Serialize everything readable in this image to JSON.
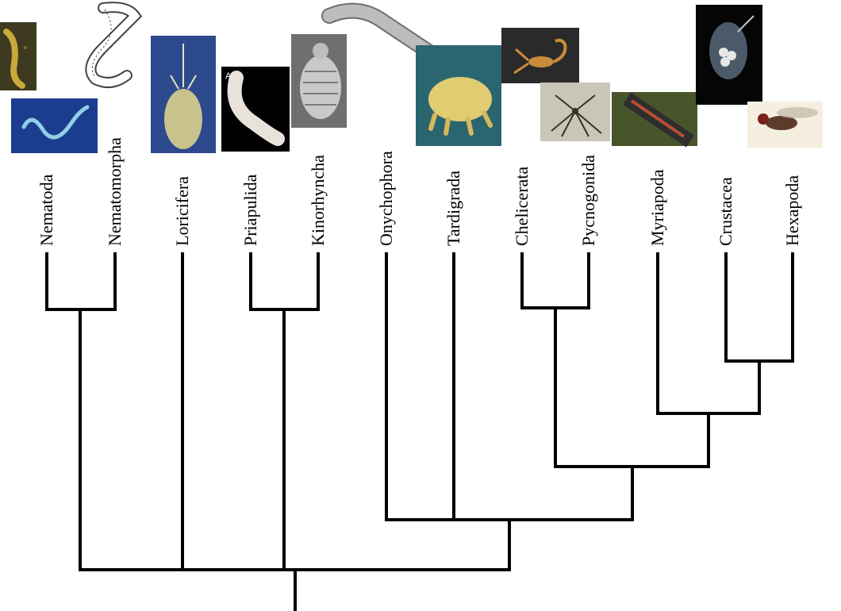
{
  "taxa": [
    {
      "id": "nematoda",
      "label": "Nematoda"
    },
    {
      "id": "nematomorpha",
      "label": "Nematomorpha"
    },
    {
      "id": "loricifera",
      "label": "Loricifera"
    },
    {
      "id": "priapulida",
      "label": "Priapulida"
    },
    {
      "id": "kinorhyncha",
      "label": "Kinorhyncha"
    },
    {
      "id": "onychophora",
      "label": "Onychophora"
    },
    {
      "id": "tardigrada",
      "label": "Tardigrada"
    },
    {
      "id": "chelicerata",
      "label": "Chelicerata"
    },
    {
      "id": "pycnogonida",
      "label": "Pycnogonida"
    },
    {
      "id": "myriapoda",
      "label": "Myriapoda"
    },
    {
      "id": "crustacea",
      "label": "Crustacea"
    },
    {
      "id": "hexapoda",
      "label": "Hexapoda"
    }
  ],
  "photo_panel_letter": "A",
  "colors": {
    "tree": "#000000",
    "label": "#000000",
    "background": "#ffffff"
  }
}
